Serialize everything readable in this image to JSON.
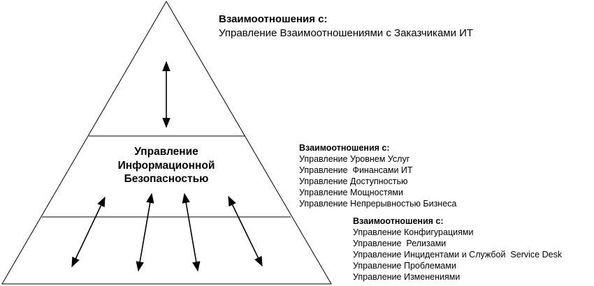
{
  "pyramid": {
    "center_title": [
      "Управление",
      "Информационной",
      "Безопасностью"
    ]
  },
  "top_relations": {
    "heading": "Взаимоотношения с:",
    "items": [
      "Управление Взаимоотношениями с Заказчиками ИТ"
    ]
  },
  "middle_relations": {
    "heading": "Взаимоотношения с:",
    "items": [
      "Управление Уровнем Услуг",
      "Управление  Финансами ИТ",
      "Управление Доступностью",
      "Управление Мощностями",
      "Управление Непрерывностью Бизнеса"
    ]
  },
  "bottom_relations": {
    "heading": "Взаимоотношения с:",
    "items": [
      "Управление Конфигурациями",
      "Управление  Релизами",
      "Управление Инцидентами и Службой  Service Desk",
      "Управление Проблемами",
      "Управление Изменениями"
    ]
  }
}
